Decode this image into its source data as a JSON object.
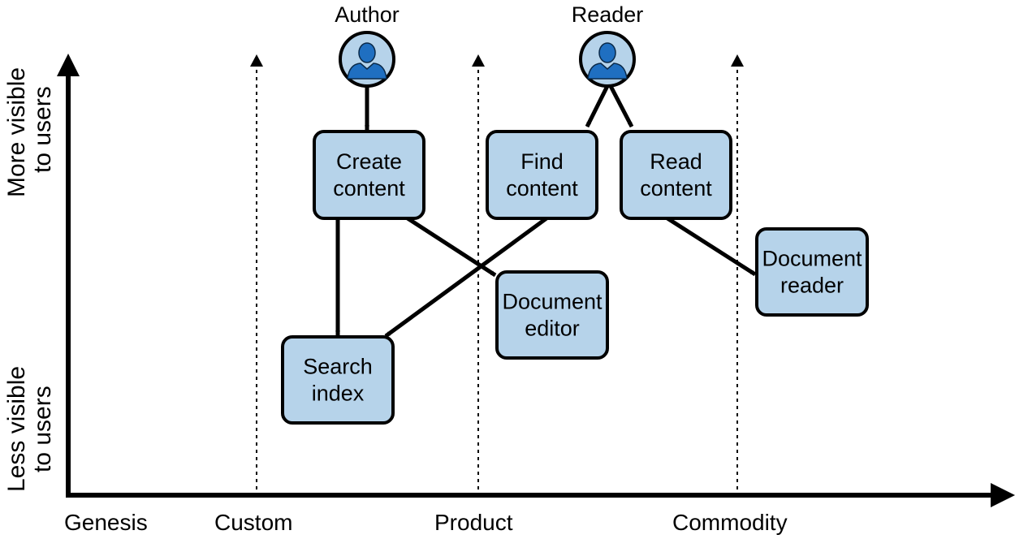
{
  "actors": [
    {
      "id": "author",
      "label": "Author",
      "icon": "user-icon"
    },
    {
      "id": "reader",
      "label": "Reader",
      "icon": "user-icon"
    }
  ],
  "nodes": [
    {
      "id": "create",
      "lines": [
        "Create",
        "content"
      ]
    },
    {
      "id": "find",
      "lines": [
        "Find",
        "content"
      ]
    },
    {
      "id": "read",
      "lines": [
        "Read",
        "content"
      ]
    },
    {
      "id": "editor",
      "lines": [
        "Document",
        "editor"
      ]
    },
    {
      "id": "docreader",
      "lines": [
        "Document",
        "reader"
      ]
    },
    {
      "id": "search",
      "lines": [
        "Search",
        "index"
      ]
    }
  ],
  "edges": [
    {
      "from": "author",
      "to": "create"
    },
    {
      "from": "reader",
      "to": "find"
    },
    {
      "from": "reader",
      "to": "read"
    },
    {
      "from": "create",
      "to": "search"
    },
    {
      "from": "create",
      "to": "editor"
    },
    {
      "from": "find",
      "to": "search"
    },
    {
      "from": "read",
      "to": "docreader"
    }
  ],
  "x_axis": {
    "stages": [
      "Genesis",
      "Custom",
      "Product",
      "Commodity"
    ]
  },
  "y_axis": {
    "top_label": [
      "More visible",
      "to users"
    ],
    "bottom_label": [
      "Less visible",
      "to users"
    ]
  },
  "colors": {
    "node_fill": "#b6d3ea",
    "node_stroke": "#000000",
    "icon_fill": "#1f6fc1",
    "icon_bg": "#b6d3ea",
    "line": "#000000"
  }
}
